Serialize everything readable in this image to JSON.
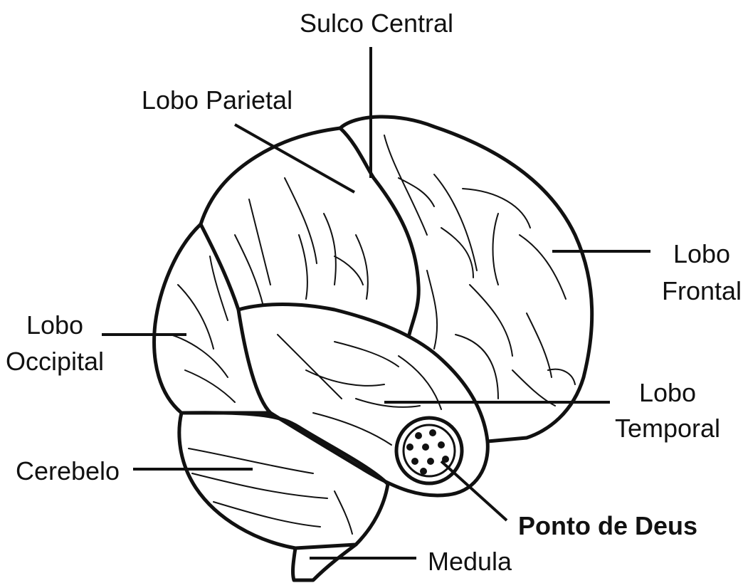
{
  "labels": {
    "central_sulcus": "Sulco Central",
    "parietal_lobe": "Lobo Parietal",
    "frontal_lobe_line1": "Lobo",
    "frontal_lobe_line2": "Frontal",
    "occipital_lobe_line1": "Lobo",
    "occipital_lobe_line2": "Occipital",
    "temporal_lobe_line1": "Lobo",
    "temporal_lobe_line2": "Temporal",
    "cerebellum": "Cerebelo",
    "god_spot": "Ponto de Deus",
    "medulla": "Medula"
  }
}
